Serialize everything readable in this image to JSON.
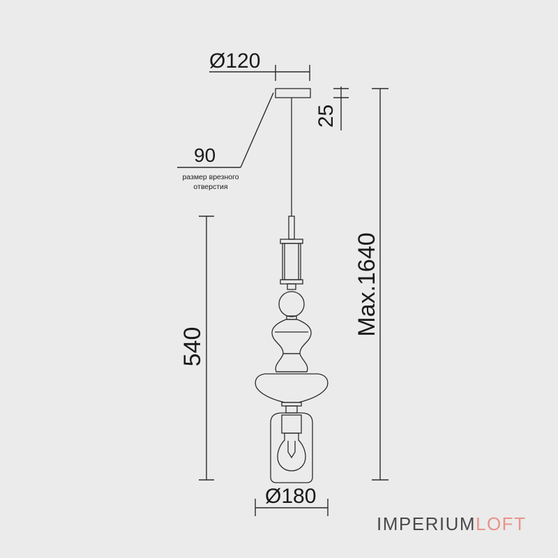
{
  "dimensions": {
    "canopy_diameter": "Ø120",
    "canopy_height": "25",
    "cutout": "90",
    "cutout_note_line1": "размер врезного",
    "cutout_note_line2": "отверстия",
    "body_height": "540",
    "max_height": "Max.1640",
    "shade_diameter": "Ø180"
  },
  "brand": {
    "part1": "IMPERIUM",
    "part2": "LOFT",
    "color_primary": "#4a4a4a",
    "color_accent": "#e8948a"
  }
}
